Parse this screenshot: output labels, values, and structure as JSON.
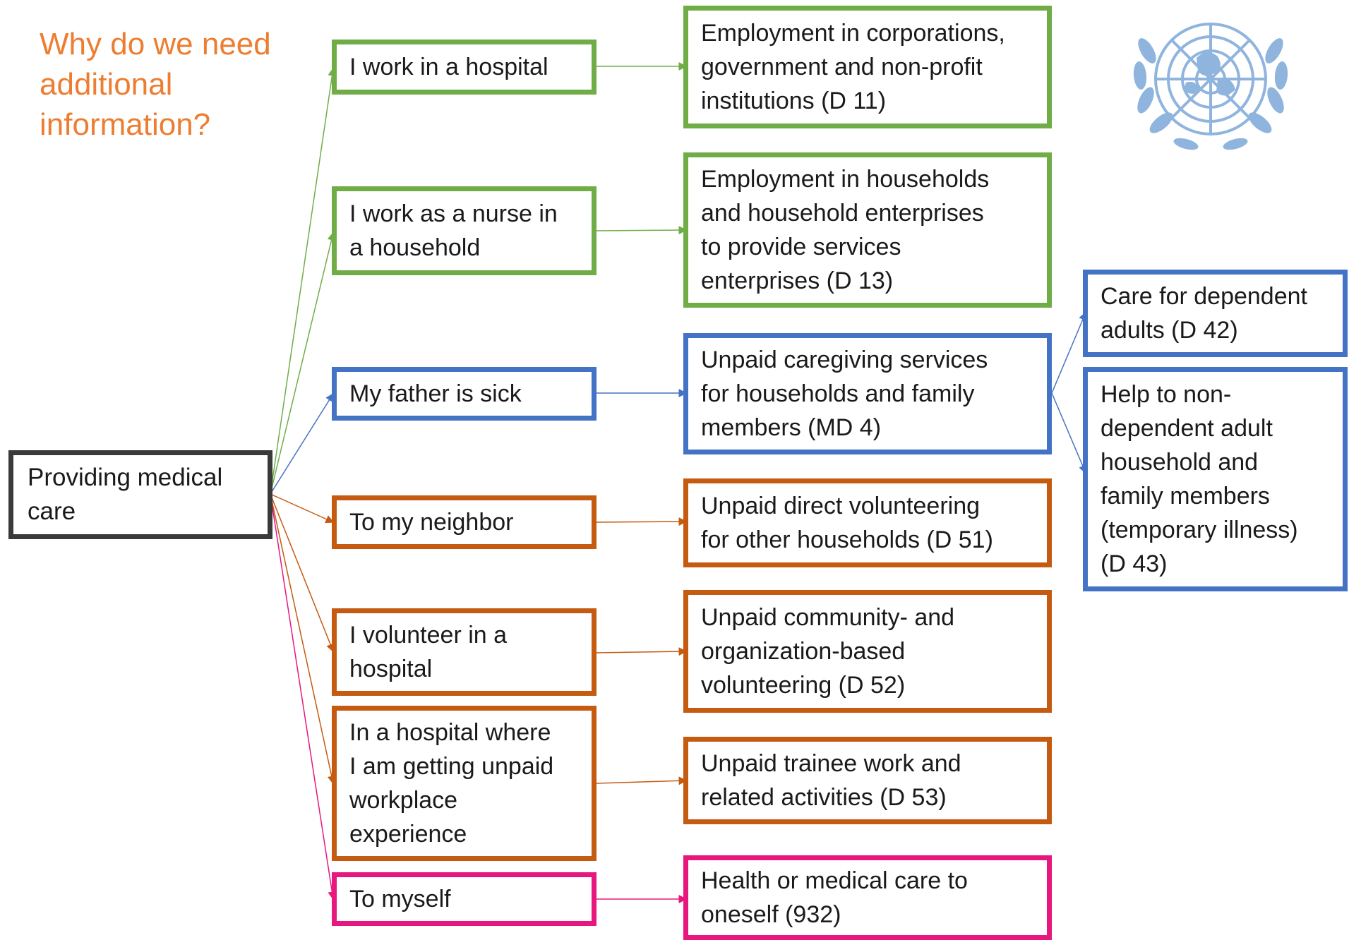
{
  "title": "Why do we need\nadditional\ninformation?",
  "colors": {
    "green": "#70AD47",
    "blue": "#4472C4",
    "orange": "#C55A11",
    "pink": "#E8177E",
    "root": "#3a3a3a",
    "title": "#ED7D31",
    "logo": "#8FB4DE"
  },
  "logo": {
    "icon": "un-emblem-icon"
  },
  "root": {
    "label": "Providing medical\ncare"
  },
  "situations": [
    {
      "label": "I work in a hospital",
      "color": "green"
    },
    {
      "label": "I work as a nurse in\na household",
      "color": "green"
    },
    {
      "label": "My father is sick",
      "color": "blue"
    },
    {
      "label": "To my neighbor",
      "color": "orange"
    },
    {
      "label": "I volunteer in a\nhospital",
      "color": "orange"
    },
    {
      "label": "In a hospital where\nI am getting unpaid\nworkplace\nexperience",
      "color": "orange"
    },
    {
      "label": "To myself",
      "color": "pink"
    }
  ],
  "categories": [
    {
      "label": "Employment in corporations,\ngovernment and non-profit\ninstitutions (D 11)",
      "color": "green"
    },
    {
      "label": "Employment in households\nand household enterprises\nto provide services\nenterprises (D 13)",
      "color": "green"
    },
    {
      "label": "Unpaid caregiving services\nfor households and family\nmembers (MD 4)",
      "color": "blue"
    },
    {
      "label": "Unpaid direct volunteering\nfor other households (D 51)",
      "color": "orange"
    },
    {
      "label": "Unpaid community- and\norganization-based\nvolunteering (D 52)",
      "color": "orange"
    },
    {
      "label": "Unpaid trainee work and\nrelated activities (D 53)",
      "color": "orange"
    },
    {
      "label": "Health or medical care to\noneself (932)",
      "color": "pink"
    }
  ],
  "subcategories": [
    {
      "label": "Care for dependent\nadults (D 42)",
      "color": "blue"
    },
    {
      "label": "Help to non-\ndependent adult\nhousehold and\nfamily members\n(temporary illness)\n(D 43)",
      "color": "blue"
    }
  ]
}
